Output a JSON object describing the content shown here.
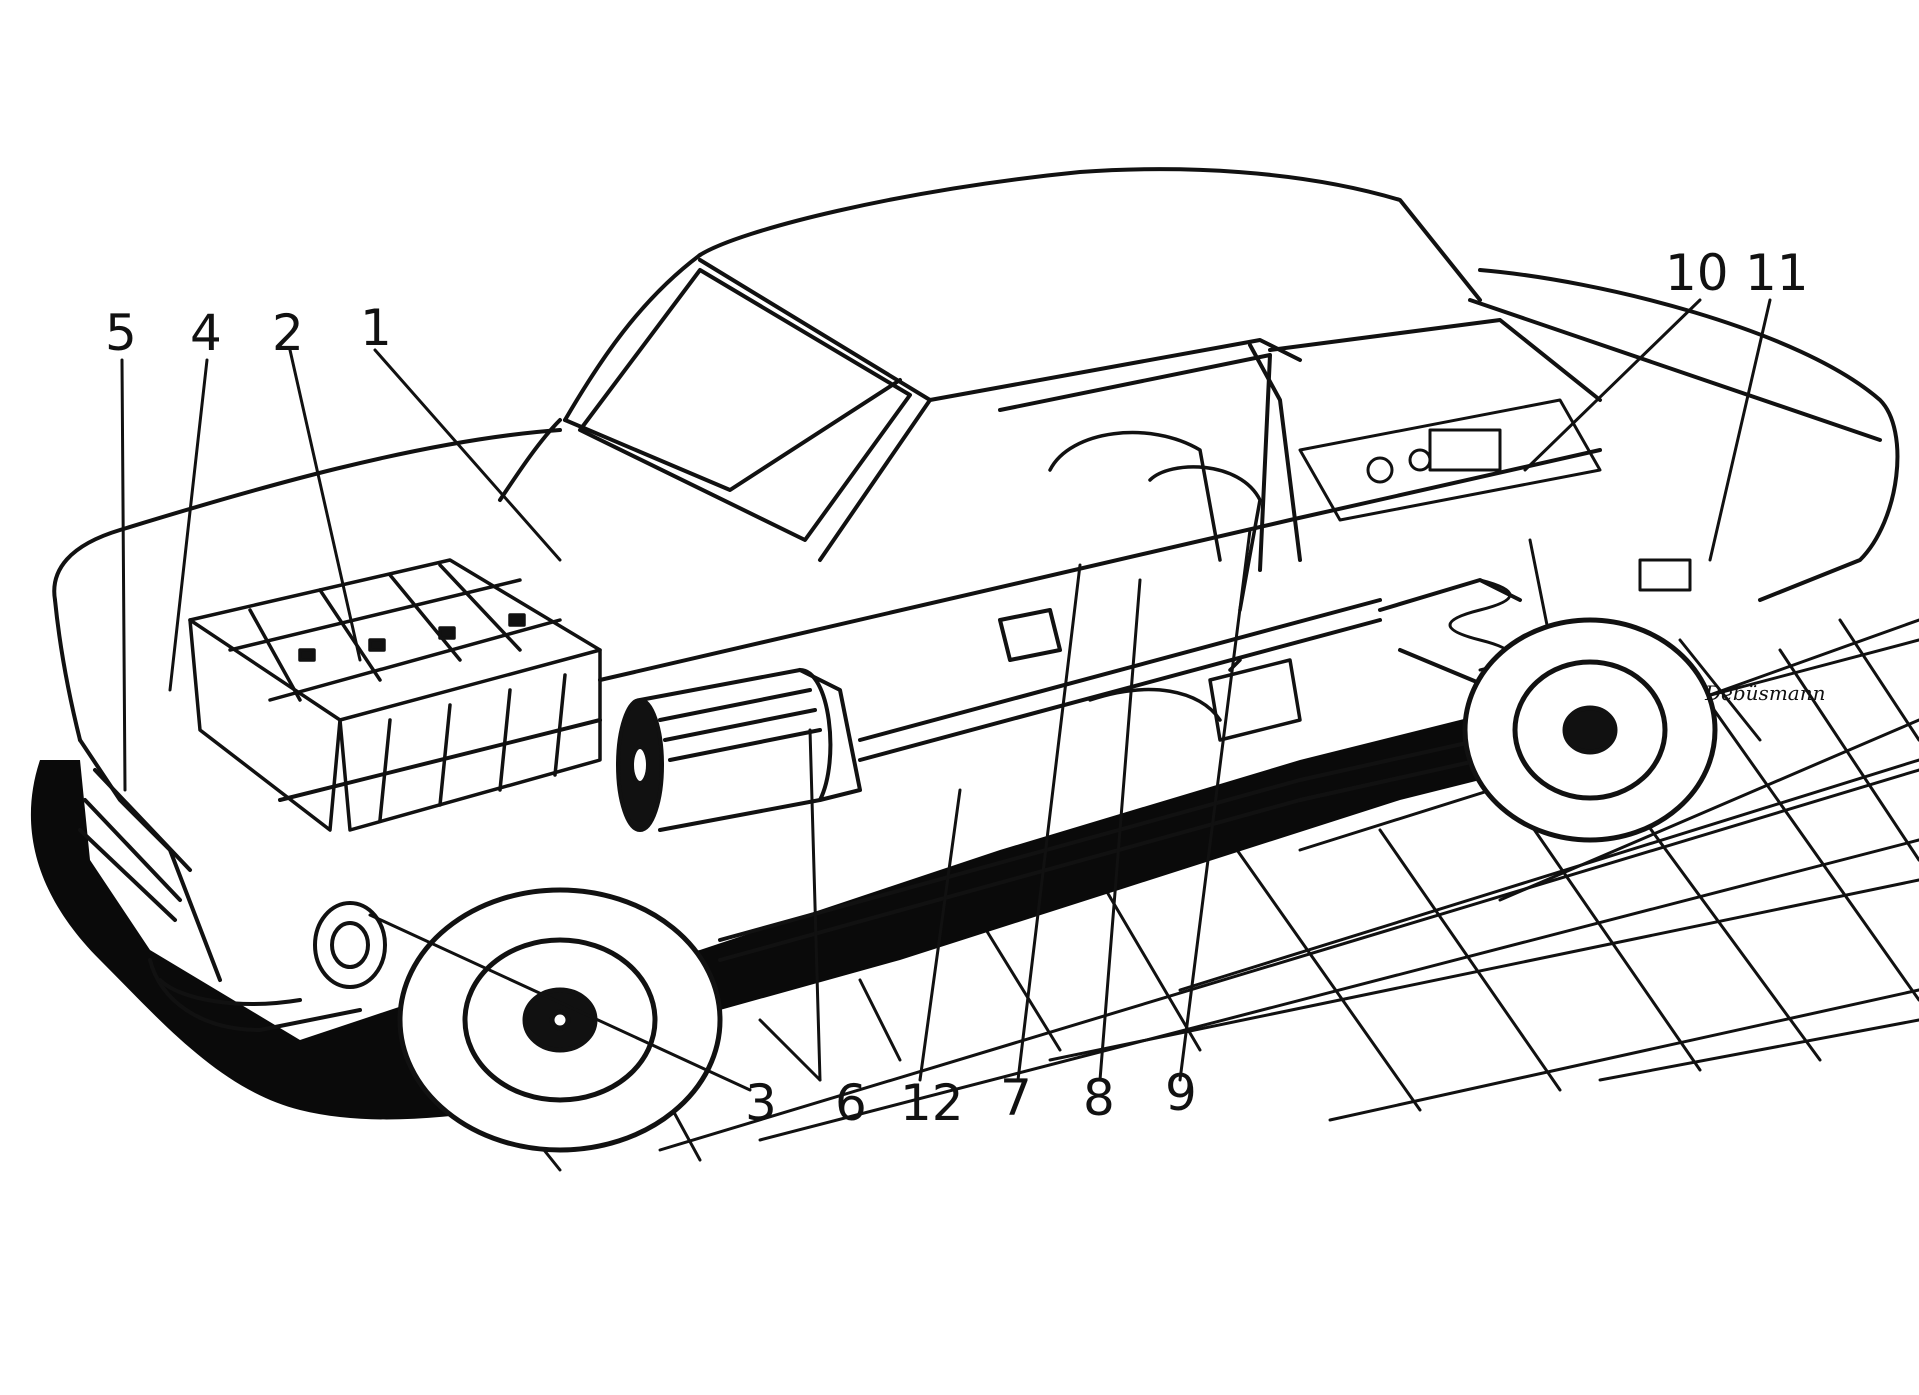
{
  "callouts": [
    {
      "id": "5",
      "label": "5"
    },
    {
      "id": "4",
      "label": "4"
    },
    {
      "id": "2",
      "label": "2"
    },
    {
      "id": "1",
      "label": "1"
    },
    {
      "id": "10",
      "label": "10"
    },
    {
      "id": "11",
      "label": "11"
    },
    {
      "id": "3",
      "label": "3"
    },
    {
      "id": "6",
      "label": "6"
    },
    {
      "id": "12",
      "label": "12"
    },
    {
      "id": "7",
      "label": "7"
    },
    {
      "id": "8",
      "label": "8"
    },
    {
      "id": "9",
      "label": "9"
    }
  ],
  "signature": "Debüsmann",
  "colors": {
    "ink": "#111111",
    "paper": "#ffffff"
  }
}
